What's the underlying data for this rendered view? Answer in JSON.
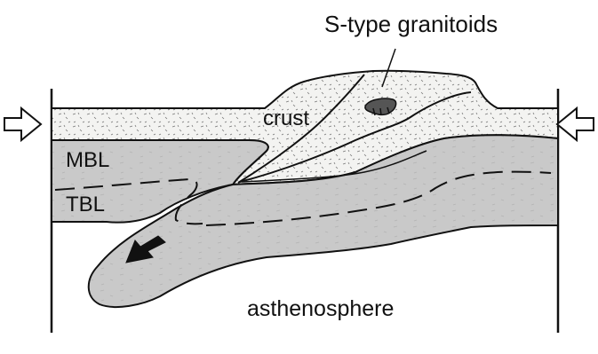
{
  "diagram": {
    "labels": {
      "granitoids": "S-type granitoids",
      "crust": "crust",
      "mbl": "MBL",
      "tbl": "TBL",
      "asthenosphere": "asthenosphere"
    },
    "colors": {
      "line": "#111111",
      "crust_fill": "#f3f3f1",
      "lithosphere_fill": "#c9c9c9",
      "background": "#ffffff"
    },
    "arrows": {
      "left": "compression-arrow-right",
      "right": "compression-arrow-left",
      "slab": "subduction-direction-arrow"
    }
  }
}
